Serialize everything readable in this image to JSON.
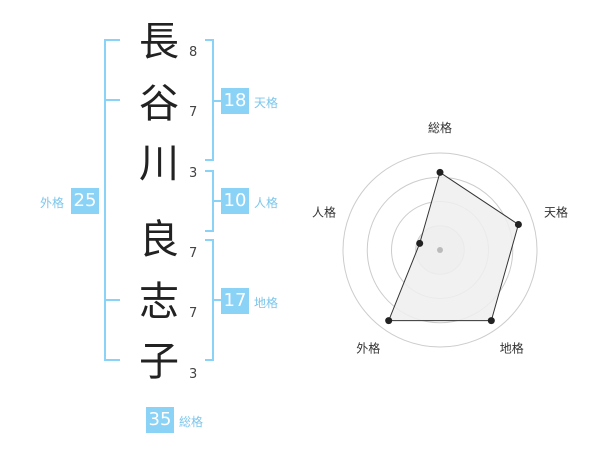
{
  "name": {
    "chars": [
      {
        "char": "長",
        "strokes": "8"
      },
      {
        "char": "谷",
        "strokes": "7"
      },
      {
        "char": "川",
        "strokes": "3"
      },
      {
        "char": "良",
        "strokes": "7"
      },
      {
        "char": "志",
        "strokes": "7"
      },
      {
        "char": "子",
        "strokes": "3"
      }
    ]
  },
  "kakusu": {
    "tenkaku": {
      "value": "18",
      "label": "天格"
    },
    "jinkaku": {
      "value": "10",
      "label": "人格"
    },
    "chikaku": {
      "value": "17",
      "label": "地格"
    },
    "gaikaku": {
      "value": "25",
      "label": "外格"
    },
    "soukaku": {
      "value": "35",
      "label": "総格"
    }
  },
  "radar": {
    "axes": [
      "総格",
      "天格",
      "地格",
      "外格",
      "人格"
    ],
    "values": [
      0.8,
      0.85,
      0.9,
      0.9,
      0.22
    ],
    "line_color": "#333333",
    "fill_color": "#eeeeee",
    "ring_color": "#cccccc",
    "center_color": "#bbbbbb"
  },
  "colors": {
    "bracket": "#8ad2f6",
    "badge_bg": "#8ad2f6",
    "badge_text": "#ffffff"
  }
}
